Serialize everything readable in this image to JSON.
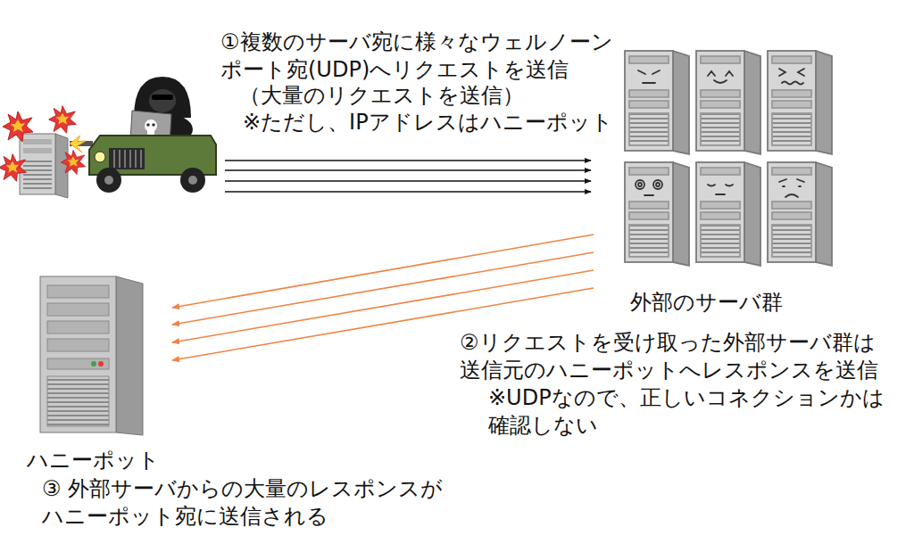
{
  "diagram": {
    "nodes": [
      {
        "text": [
          "外部のサーバ群"
        ]
      },
      {
        "text": [
          "ハニーポット",
          "③ 外部サーバからの大量のレスポンスが ハニーポット宛に送信される"
        ]
      }
    ],
    "edges": [
      {
        "from": 0,
        "to": 1,
        "arrow": "to"
      },
      {
        "from": 0,
        "to": 1,
        "arrow": "to"
      },
      {
        "from": 0,
        "to": 1,
        "arrow": "to"
      },
      {
        "from": 0,
        "to": 1,
        "arrow": "to"
      }
    ],
    "labels": [
      "①複数のサーバ宛に様々なウェルノーン ポート宛(UDP)へリクエストを送信",
      "（大量のリクエストを送信）",
      "※ただし、IPアドレスはハニーポット",
      "②リクエストを受け取った外部サーバ群は 送信元のハニーポットへレスポンスを送信",
      "※UDPなので、正しいコネクションかは 確認しない"
    ]
  }
}
